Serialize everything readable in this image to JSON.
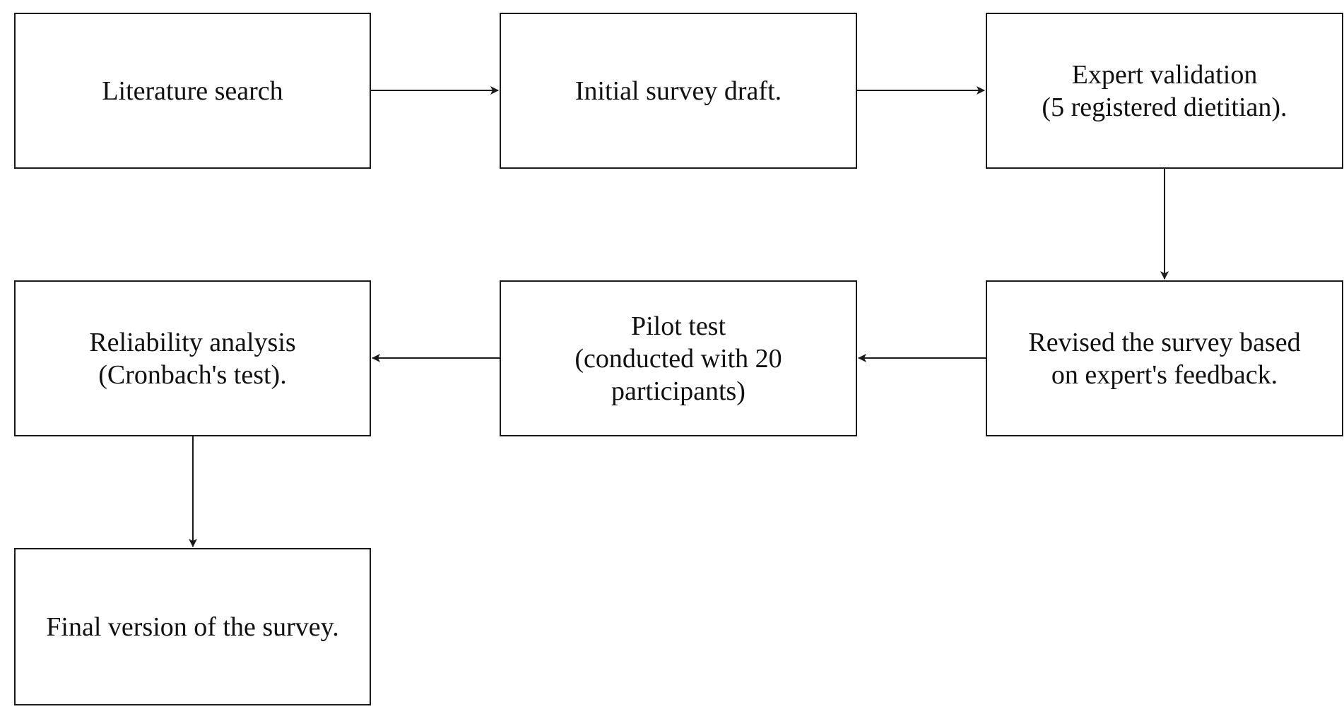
{
  "diagram": {
    "boxes": [
      {
        "id": "literature-search",
        "lines": [
          "Literature search"
        ]
      },
      {
        "id": "initial-survey-draft",
        "lines": [
          "Initial survey draft."
        ]
      },
      {
        "id": "expert-validation",
        "lines": [
          "Expert validation",
          "(5 registered dietitian)."
        ]
      },
      {
        "id": "reliability-analysis",
        "lines": [
          "Reliability analysis",
          "(Cronbach's test)."
        ]
      },
      {
        "id": "pilot-test",
        "lines": [
          "Pilot test",
          "(conducted with 20",
          "participants)"
        ]
      },
      {
        "id": "revised-survey",
        "lines": [
          "Revised the survey based",
          "on expert's feedback."
        ]
      },
      {
        "id": "final-version",
        "lines": [
          "Final version of the survey."
        ]
      }
    ],
    "flow": [
      [
        "literature-search",
        "initial-survey-draft"
      ],
      [
        "initial-survey-draft",
        "expert-validation"
      ],
      [
        "expert-validation",
        "revised-survey"
      ],
      [
        "revised-survey",
        "pilot-test"
      ],
      [
        "pilot-test",
        "reliability-analysis"
      ],
      [
        "reliability-analysis",
        "final-version"
      ]
    ],
    "colors": {
      "stroke": "#1a1a1a",
      "background": "#ffffff",
      "text": "#111111"
    }
  }
}
